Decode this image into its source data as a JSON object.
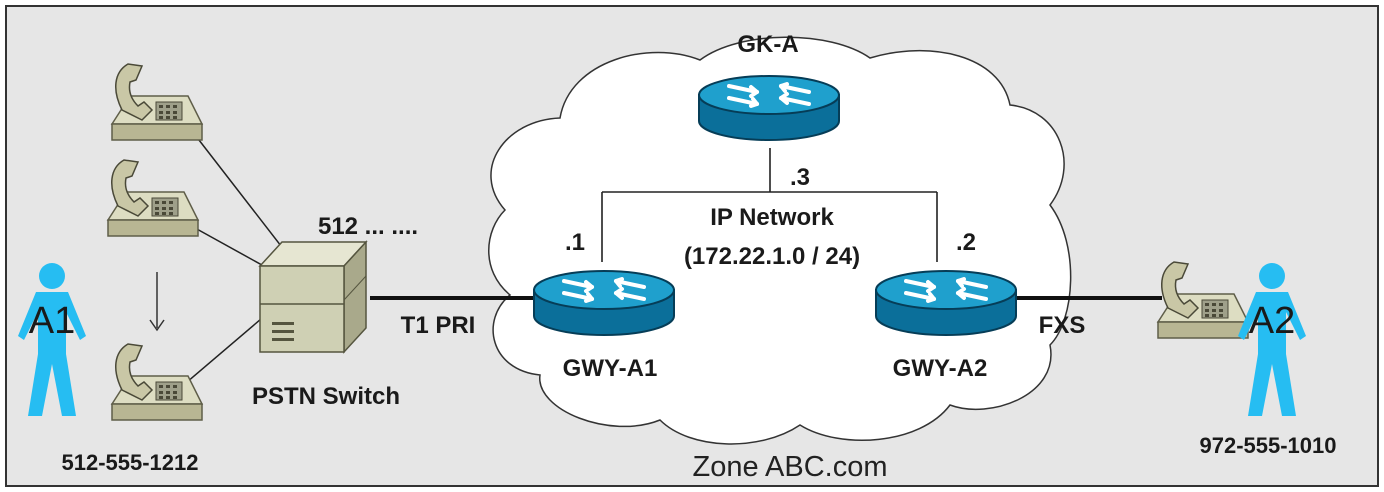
{
  "diagram": {
    "title": "",
    "nodes": {
      "gk": {
        "label": "GK-A",
        "ip": ".3",
        "icon": "router-icon"
      },
      "gwy_a1": {
        "label": "GWY-A1",
        "ip": ".1",
        "icon": "router-icon"
      },
      "gwy_a2": {
        "label": "GWY-A2",
        "ip": ".2",
        "icon": "router-icon"
      },
      "pstn": {
        "label": "PSTN Switch",
        "prefix": "512 ... ....",
        "icon": "switch-cabinet-icon"
      },
      "user_a1": {
        "tag": "A1",
        "number": "512-555-1212",
        "icon": "person-icon"
      },
      "user_a2": {
        "tag": "A2",
        "number": "972-555-1010",
        "icon": "person-icon"
      }
    },
    "network": {
      "name": "IP Network",
      "subnet": "(172.22.1.0 / 24)",
      "zone": "Zone ABC.com"
    },
    "links": {
      "pstn_to_gwy": "T1 PRI",
      "gwy_to_phone": "FXS"
    },
    "colors": {
      "background": "#e6e6e6",
      "cloud_fill": "#ffffff",
      "router_top": "#1fa0cd",
      "router_side": "#0b6f9a",
      "person": "#26bdf2",
      "phone": "#c9c7a6",
      "switch": "#cfd0b4"
    }
  }
}
